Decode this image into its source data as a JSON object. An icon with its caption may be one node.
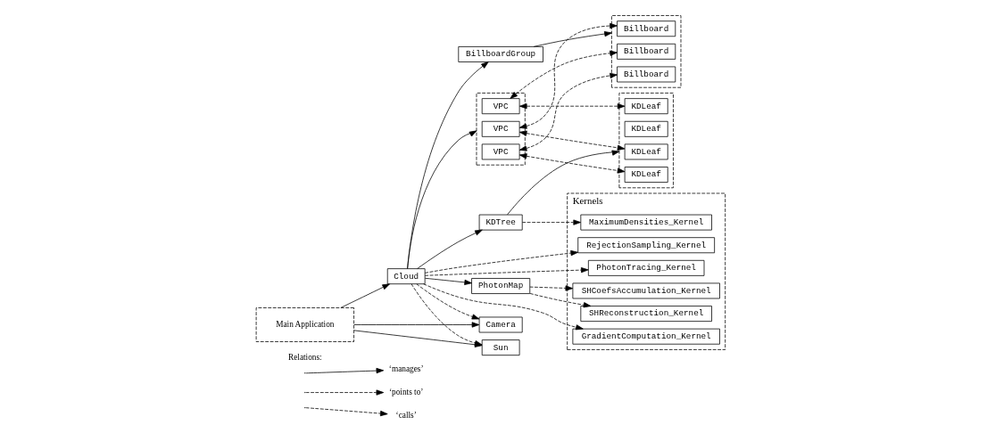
{
  "diagram": {
    "nodes": [
      {
        "text": [],
        "shape": "box"
      },
      {
        "text": [
          "Billboard"
        ],
        "in": 0
      },
      {
        "text": [
          "Billboard"
        ],
        "in": 0
      },
      {
        "text": [
          "Billboard"
        ],
        "in": 0
      },
      {
        "text": [],
        "shape": "box"
      },
      {
        "text": [
          "VPC"
        ],
        "in": 4
      },
      {
        "text": [
          "VPC"
        ],
        "in": 4
      },
      {
        "text": [
          "VPC"
        ],
        "in": 4
      },
      {
        "text": [],
        "shape": "box"
      },
      {
        "text": [
          "KDLeaf"
        ],
        "in": 8
      },
      {
        "text": [
          "KDLeaf"
        ],
        "in": 8
      },
      {
        "text": [
          "KDLeaf"
        ],
        "in": 8
      },
      {
        "text": [
          "KDLeaf"
        ],
        "in": 8
      },
      {
        "text": [
          "KDTree"
        ]
      },
      {
        "text": [
          "Kernels"
        ]
      },
      {
        "text": [
          "MaximumDensities_Kernel"
        ],
        "in": 14
      },
      {
        "text": [
          "GradientComputation_Kernel"
        ],
        "in": 14
      },
      {
        "text": [
          "RejectionSampling_Kernel"
        ],
        "in": 14
      },
      {
        "text": [
          "PhotonTracing_Kernel"
        ],
        "in": 14
      },
      {
        "text": [
          "SHCoefsAccumulation_Kernel"
        ],
        "in": 14
      },
      {
        "text": [
          "SHReconstruction_Kernel"
        ],
        "in": 14
      },
      {
        "text": [
          "BillboardGroup"
        ]
      },
      {
        "text": [
          "Cloud"
        ]
      },
      {
        "text": [
          "PhotonMap"
        ]
      },
      {
        "text": [
          "Main Application"
        ]
      },
      {
        "text": [
          "Camera"
        ]
      },
      {
        "text": [
          "Sun"
        ]
      }
    ],
    "edges": [
      {
        "from": 5,
        "to": 1,
        "arrow": "both",
        "style": "dashed"
      },
      {
        "from": 6,
        "to": 2,
        "arrow": "both",
        "style": "dashed"
      },
      {
        "from": 7,
        "to": 3,
        "arrow": "both",
        "style": "dashed"
      },
      {
        "from": 5,
        "to": 9,
        "arrow": "both",
        "style": "dashed"
      },
      {
        "from": 6,
        "to": 11,
        "arrow": "both",
        "style": "dashed"
      },
      {
        "from": 7,
        "to": 12,
        "arrow": "both",
        "style": "dashed"
      },
      {
        "from": 13,
        "to": 8,
        "arrow": "to"
      },
      {
        "from": 13,
        "to": 15,
        "arrow": "to",
        "style": "dashed"
      },
      {
        "from": 22,
        "to": 4,
        "arrow": "to"
      },
      {
        "from": 22,
        "to": 13,
        "arrow": "to"
      },
      {
        "from": 22,
        "to": 16,
        "arrow": "to",
        "style": "dashed"
      },
      {
        "from": 22,
        "to": 17,
        "arrow": "to",
        "style": "dashed"
      },
      {
        "from": 22,
        "to": 18,
        "arrow": "to",
        "style": "dashed"
      },
      {
        "from": 23,
        "to": 19,
        "arrow": "to",
        "style": "dashed"
      },
      {
        "from": 23,
        "to": 20,
        "arrow": "to",
        "style": "dashed"
      },
      {
        "from": 22,
        "to": 21,
        "arrow": "to"
      },
      {
        "from": 21,
        "to": 0,
        "arrow": "to"
      },
      {
        "from": 22,
        "to": 23,
        "arrow": "to"
      },
      {
        "from": 22,
        "to": 25,
        "arrow": "to",
        "style": "dashed"
      },
      {
        "from": 22,
        "to": 26,
        "arrow": "to",
        "style": "dashed"
      },
      {
        "from": 24,
        "to": 22,
        "arrow": "to"
      },
      {
        "from": 24,
        "to": 25,
        "arrow": "to"
      },
      {
        "from": 24,
        "to": 26,
        "arrow": "to"
      }
    ],
    "labels": [
      "Relations:"
    ],
    "legend": [
      {
        "text": "‘manages’"
      },
      {
        "text": "‘points to’"
      },
      {
        "text": "‘calls’"
      }
    ]
  }
}
